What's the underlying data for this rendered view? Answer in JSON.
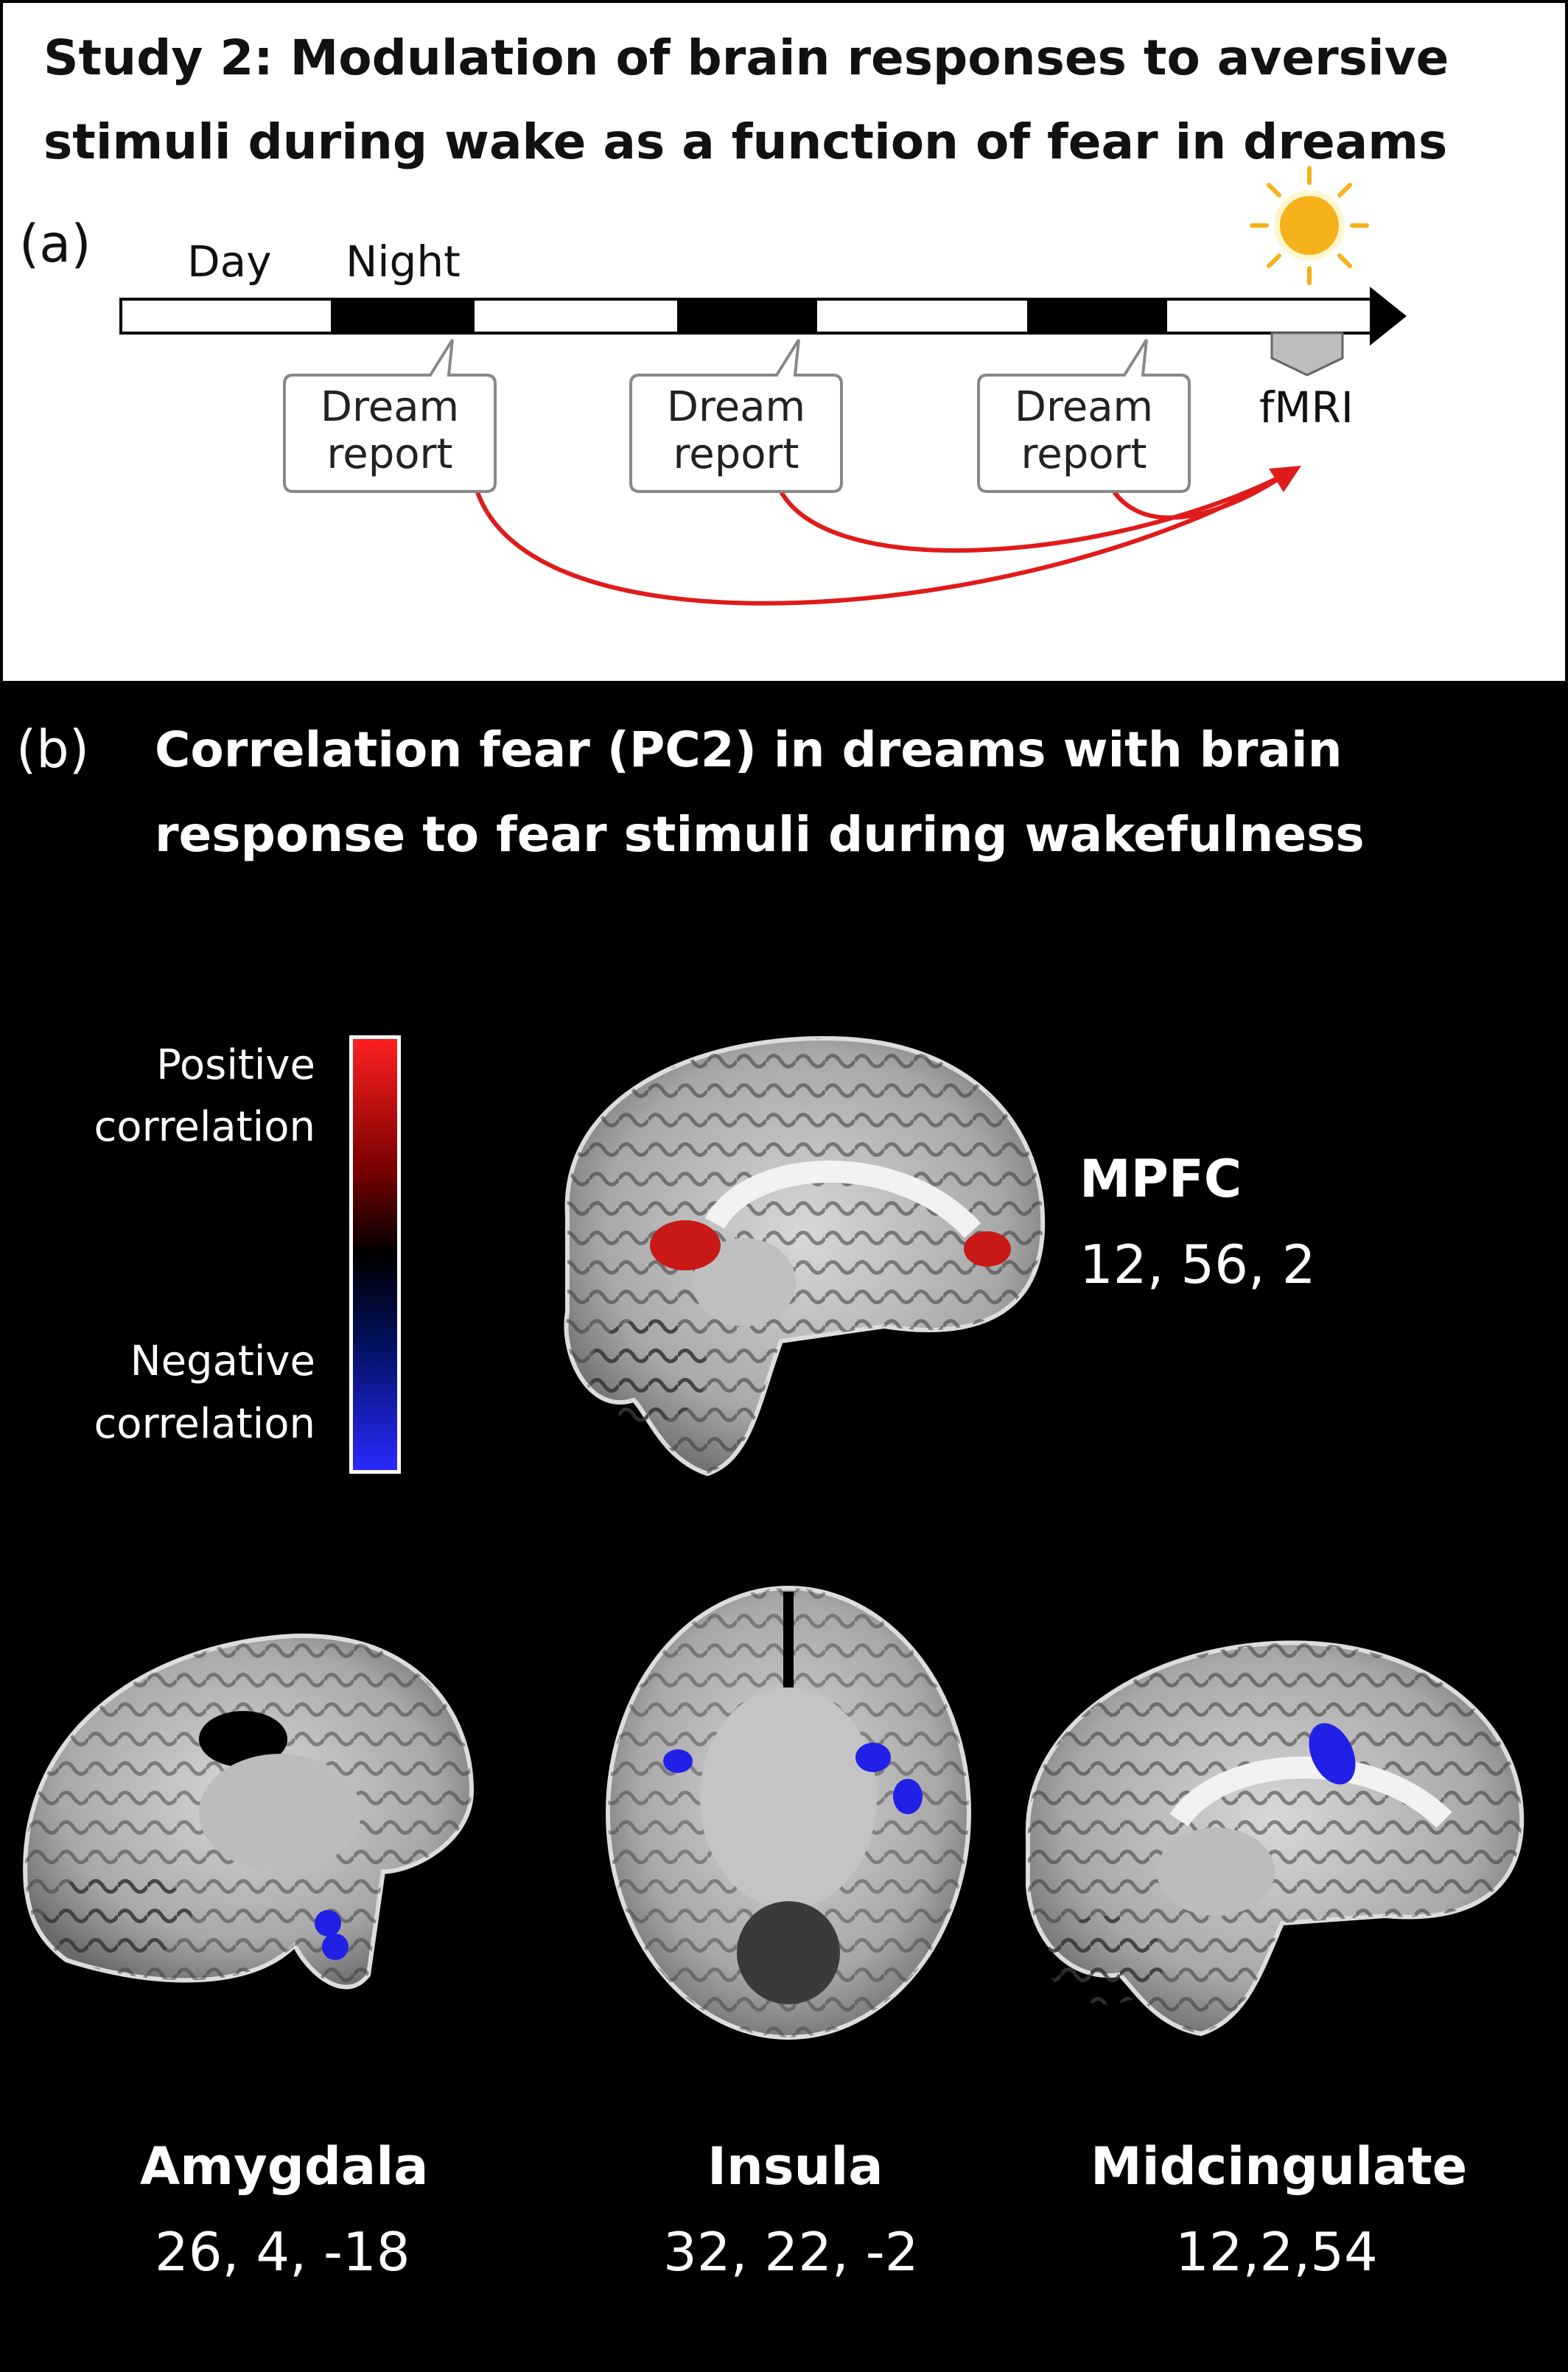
{
  "panel_a": {
    "title_line1": "Study 2: Modulation of brain responses to aversive",
    "title_line2": "stimuli during wake as a function of fear in dreams",
    "letter": "(a)",
    "day_label": "Day",
    "night_label": "Night",
    "bubble_label_line1": "Dream",
    "bubble_label_line2": "report",
    "fmri_label": "fMRI",
    "sun_icon": "sun-icon",
    "colors": {
      "arrow": "#e01b1b",
      "sun": "#f6b21a",
      "night": "#000000"
    }
  },
  "panel_b": {
    "letter": "(b)",
    "title_line1": "Correlation fear (PC2) in dreams with brain",
    "title_line2": "response to fear stimuli during wakefulness",
    "legend": {
      "positive_line1": "Positive",
      "positive_line2": "correlation",
      "negative_line1": "Negative",
      "negative_line2": "correlation",
      "color_positive": "#ff2020",
      "color_negative": "#2a2aff"
    },
    "regions": [
      {
        "name": "MPFC",
        "coords": "12, 56, 2"
      },
      {
        "name": "Amygdala",
        "coords": "26, 4, -18"
      },
      {
        "name": "Insula",
        "coords": "32, 22, -2"
      },
      {
        "name": "Midcingulate",
        "coords": "12,2,54"
      }
    ]
  }
}
